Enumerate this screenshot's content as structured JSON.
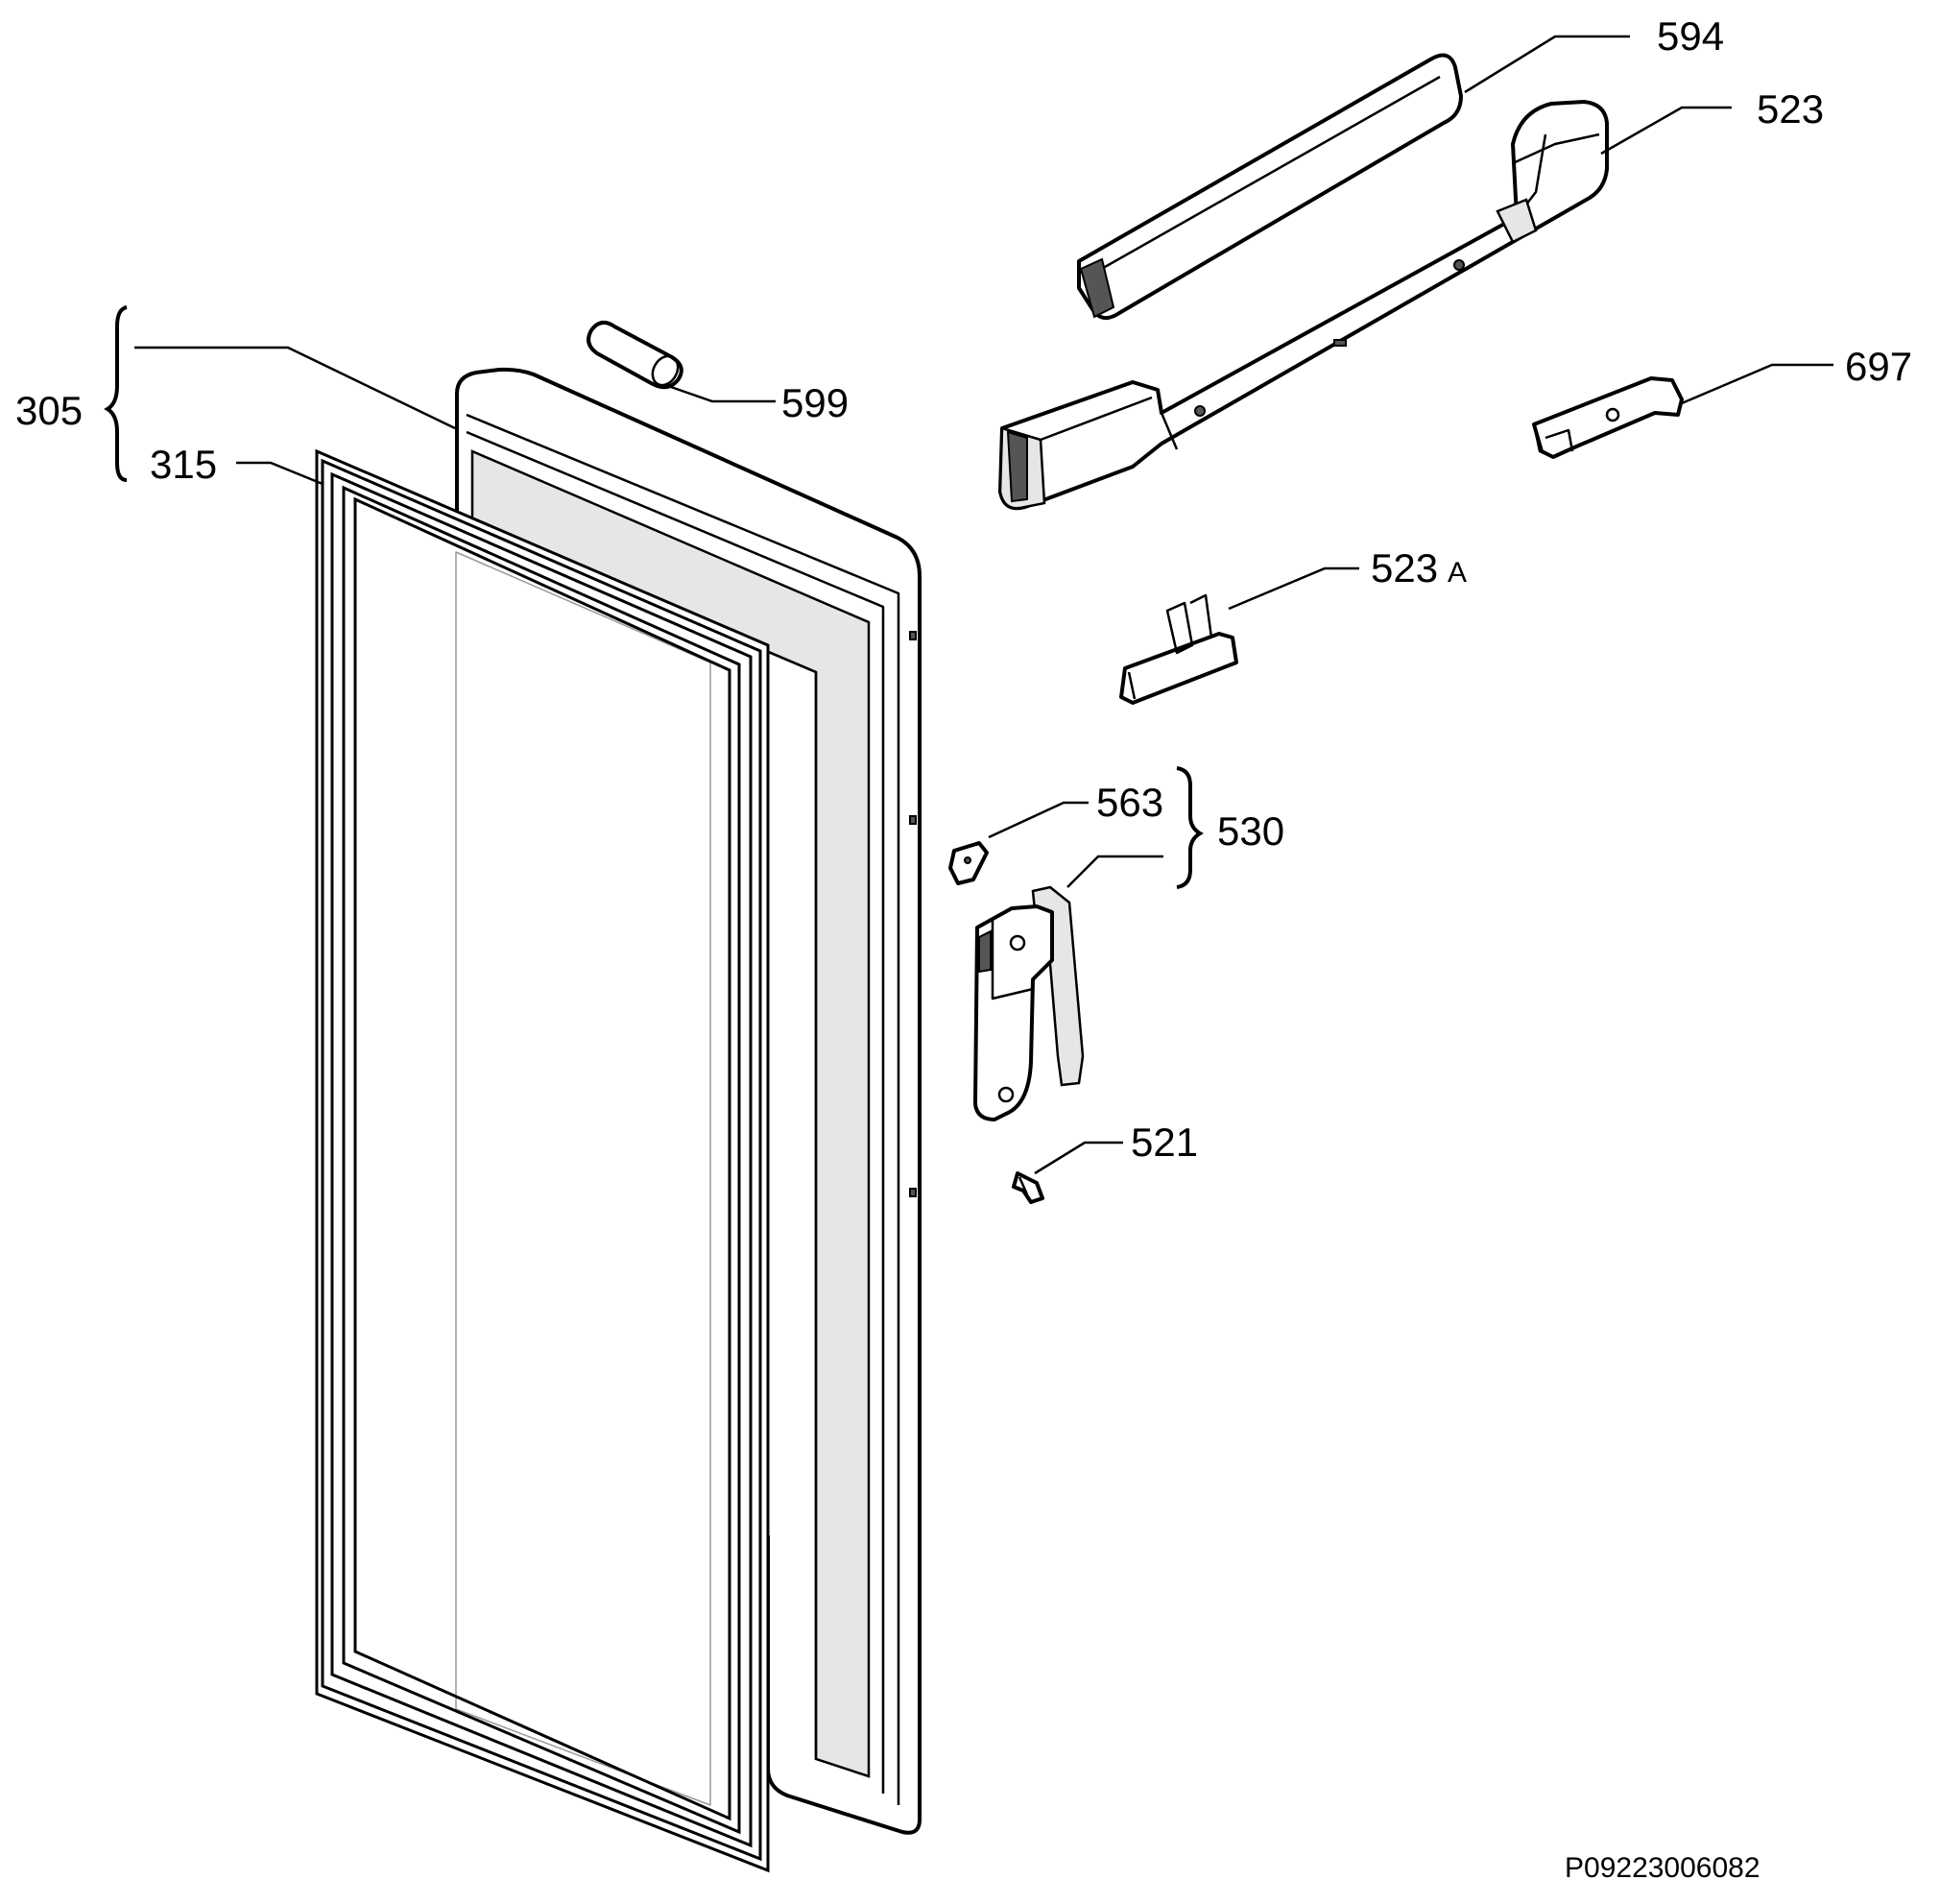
{
  "labels": {
    "l305": "305",
    "l315": "315",
    "l599": "599",
    "l594": "594",
    "l523": "523",
    "l697": "697",
    "l523a": "523",
    "l523a_suffix": "A",
    "l563": "563",
    "l530": "530",
    "l521": "521"
  },
  "drawing_code": "P09223006082"
}
